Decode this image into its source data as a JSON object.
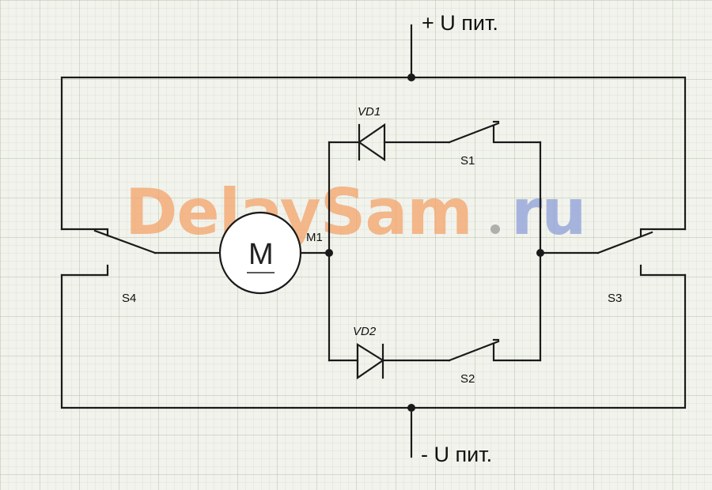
{
  "labels": {
    "supply_plus": "+ U пит.",
    "supply_minus": "- U пит.",
    "vd1": "VD1",
    "vd2": "VD2",
    "s1": "S1",
    "s2": "S2",
    "s3": "S3",
    "s4": "S4",
    "m1": "M1",
    "motor_symbol": "M"
  },
  "watermark": {
    "part1": "DelaySam",
    "dot": ".",
    "part2": "ru",
    "colors": {
      "part1": "#f4a36a",
      "dot": "#9a9a9a",
      "part2": "#8ea0d9"
    }
  },
  "colors": {
    "wire": "#1a1a1a",
    "background": "#f1f3ec"
  }
}
